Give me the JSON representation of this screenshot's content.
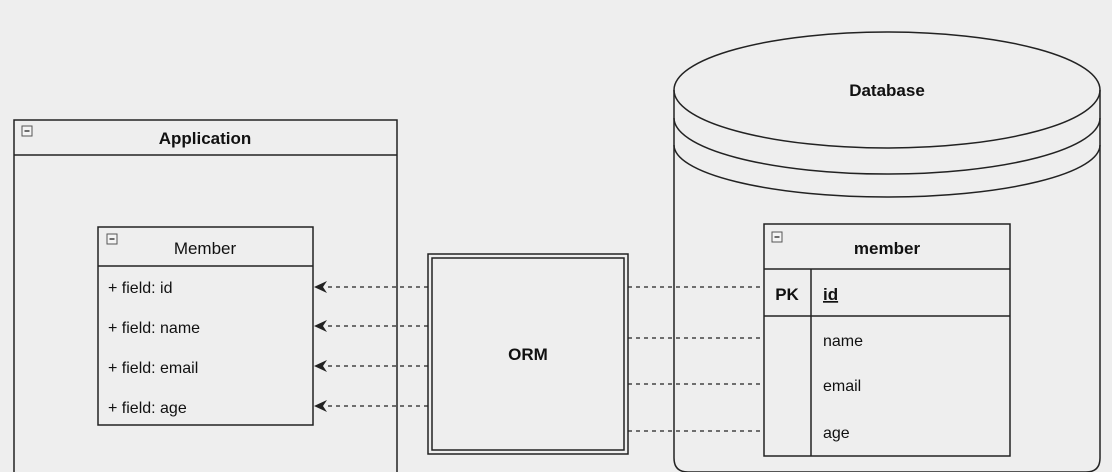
{
  "application": {
    "title": "Application",
    "class": {
      "title": "Member",
      "fields": [
        "+ field: id",
        "+ field: name",
        "+ field: email",
        "+ field: age"
      ]
    }
  },
  "orm": {
    "label": "ORM"
  },
  "database": {
    "title": "Database",
    "table": {
      "title": "member",
      "pk_label": "PK",
      "pk_column": "id",
      "columns": [
        "name",
        "email",
        "age"
      ]
    }
  },
  "colors": {
    "background": "#eeeeee",
    "line": "#222222",
    "collapse_icon": "#555555"
  },
  "icons": [
    "collapse-icon",
    "arrowhead-icon"
  ]
}
